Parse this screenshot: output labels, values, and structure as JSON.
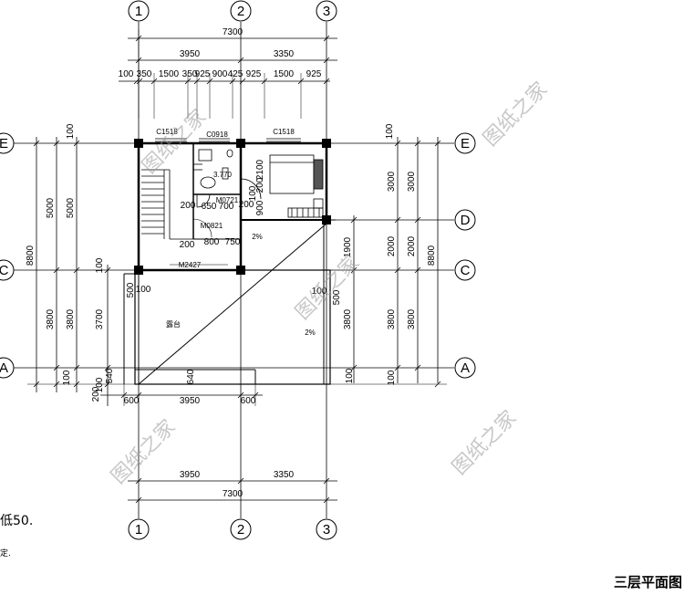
{
  "title": "三层平面图",
  "grid_axes": {
    "vertical": [
      "1",
      "2",
      "3"
    ],
    "horizontal": [
      "E",
      "D",
      "C",
      "A"
    ]
  },
  "dimensions": {
    "total_width": "7300",
    "top_segments": [
      "3950",
      "3350"
    ],
    "top_detail": [
      "100",
      "350",
      "1500",
      "350",
      "925",
      "900",
      "425",
      "925",
      "1500",
      "925"
    ],
    "bottom_segments": [
      "3950",
      "3350"
    ],
    "bottom_detail": [
      "600",
      "3950",
      "600"
    ],
    "left_total": "8800",
    "left_segments": [
      "5000",
      "3800",
      "100"
    ],
    "left_outer": [
      "5000",
      "3800",
      "100"
    ],
    "left_inner": [
      "3700",
      "500",
      "100",
      "540",
      "200",
      "100"
    ],
    "right_total": "8800",
    "right_segments": [
      "3000",
      "2000",
      "3800",
      "100"
    ],
    "right_outer": [
      "3000",
      "2000",
      "3800",
      "100"
    ],
    "right_inner": [
      "100",
      "1900",
      "3800",
      "100",
      "500",
      "100"
    ],
    "interior": [
      "2100",
      "200",
      "900",
      "100",
      "200",
      "700",
      "650",
      "200",
      "800",
      "750",
      "3.770",
      "640"
    ]
  },
  "labels": {
    "window_c1518_left": "C1518",
    "window_c0918": "C0918",
    "window_c1518_right": "C1518",
    "door_m0721": "M0721",
    "door_m0821": "M0821",
    "door_m2427": "M2427",
    "terrace": "露台",
    "slope_1": "2%",
    "slope_2": "2%"
  },
  "notes": {
    "note_1": "低50.",
    "note_2": "定."
  },
  "watermarks": [
    "图纸之家",
    "图纸之家",
    "图纸之家",
    "图纸之家",
    "图纸之家"
  ]
}
